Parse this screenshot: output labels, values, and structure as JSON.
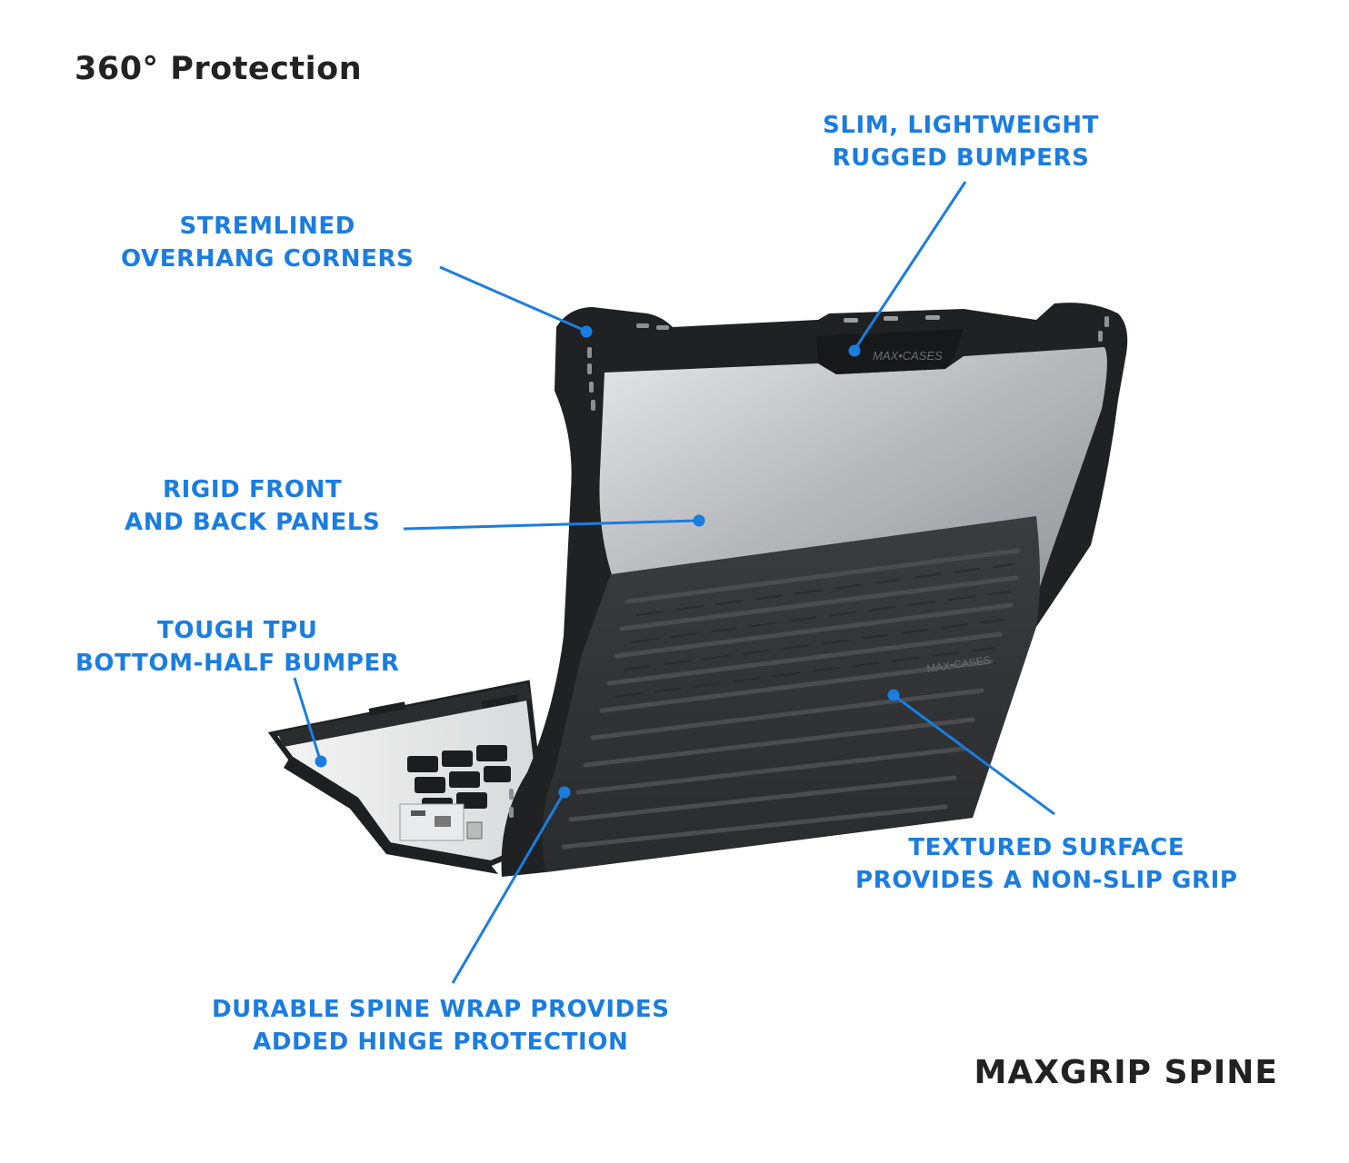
{
  "title": "360° Protection",
  "brand": "MAXGRIP SPINE",
  "device_logo_top": "MAX•CASES",
  "device_logo_bottom": "MAX•CASES",
  "accent_color": "#1a7de0",
  "callouts": {
    "bumpers": {
      "line1": "SLIM, LIGHTWEIGHT",
      "line2": "RUGGED BUMPERS"
    },
    "corners": {
      "line1": "STREMLINED",
      "line2": "OVERHANG CORNERS"
    },
    "panels": {
      "line1": "RIGID FRONT",
      "line2": "AND BACK PANELS"
    },
    "tpu": {
      "line1": "TOUGH TPU",
      "line2": "BOTTOM-HALF BUMPER"
    },
    "texture": {
      "line1": "TEXTURED SURFACE",
      "line2": "PROVIDES A NON-SLIP GRIP"
    },
    "spine": {
      "line1": "DURABLE SPINE WRAP PROVIDES",
      "line2": "ADDED HINGE PROTECTION"
    }
  }
}
